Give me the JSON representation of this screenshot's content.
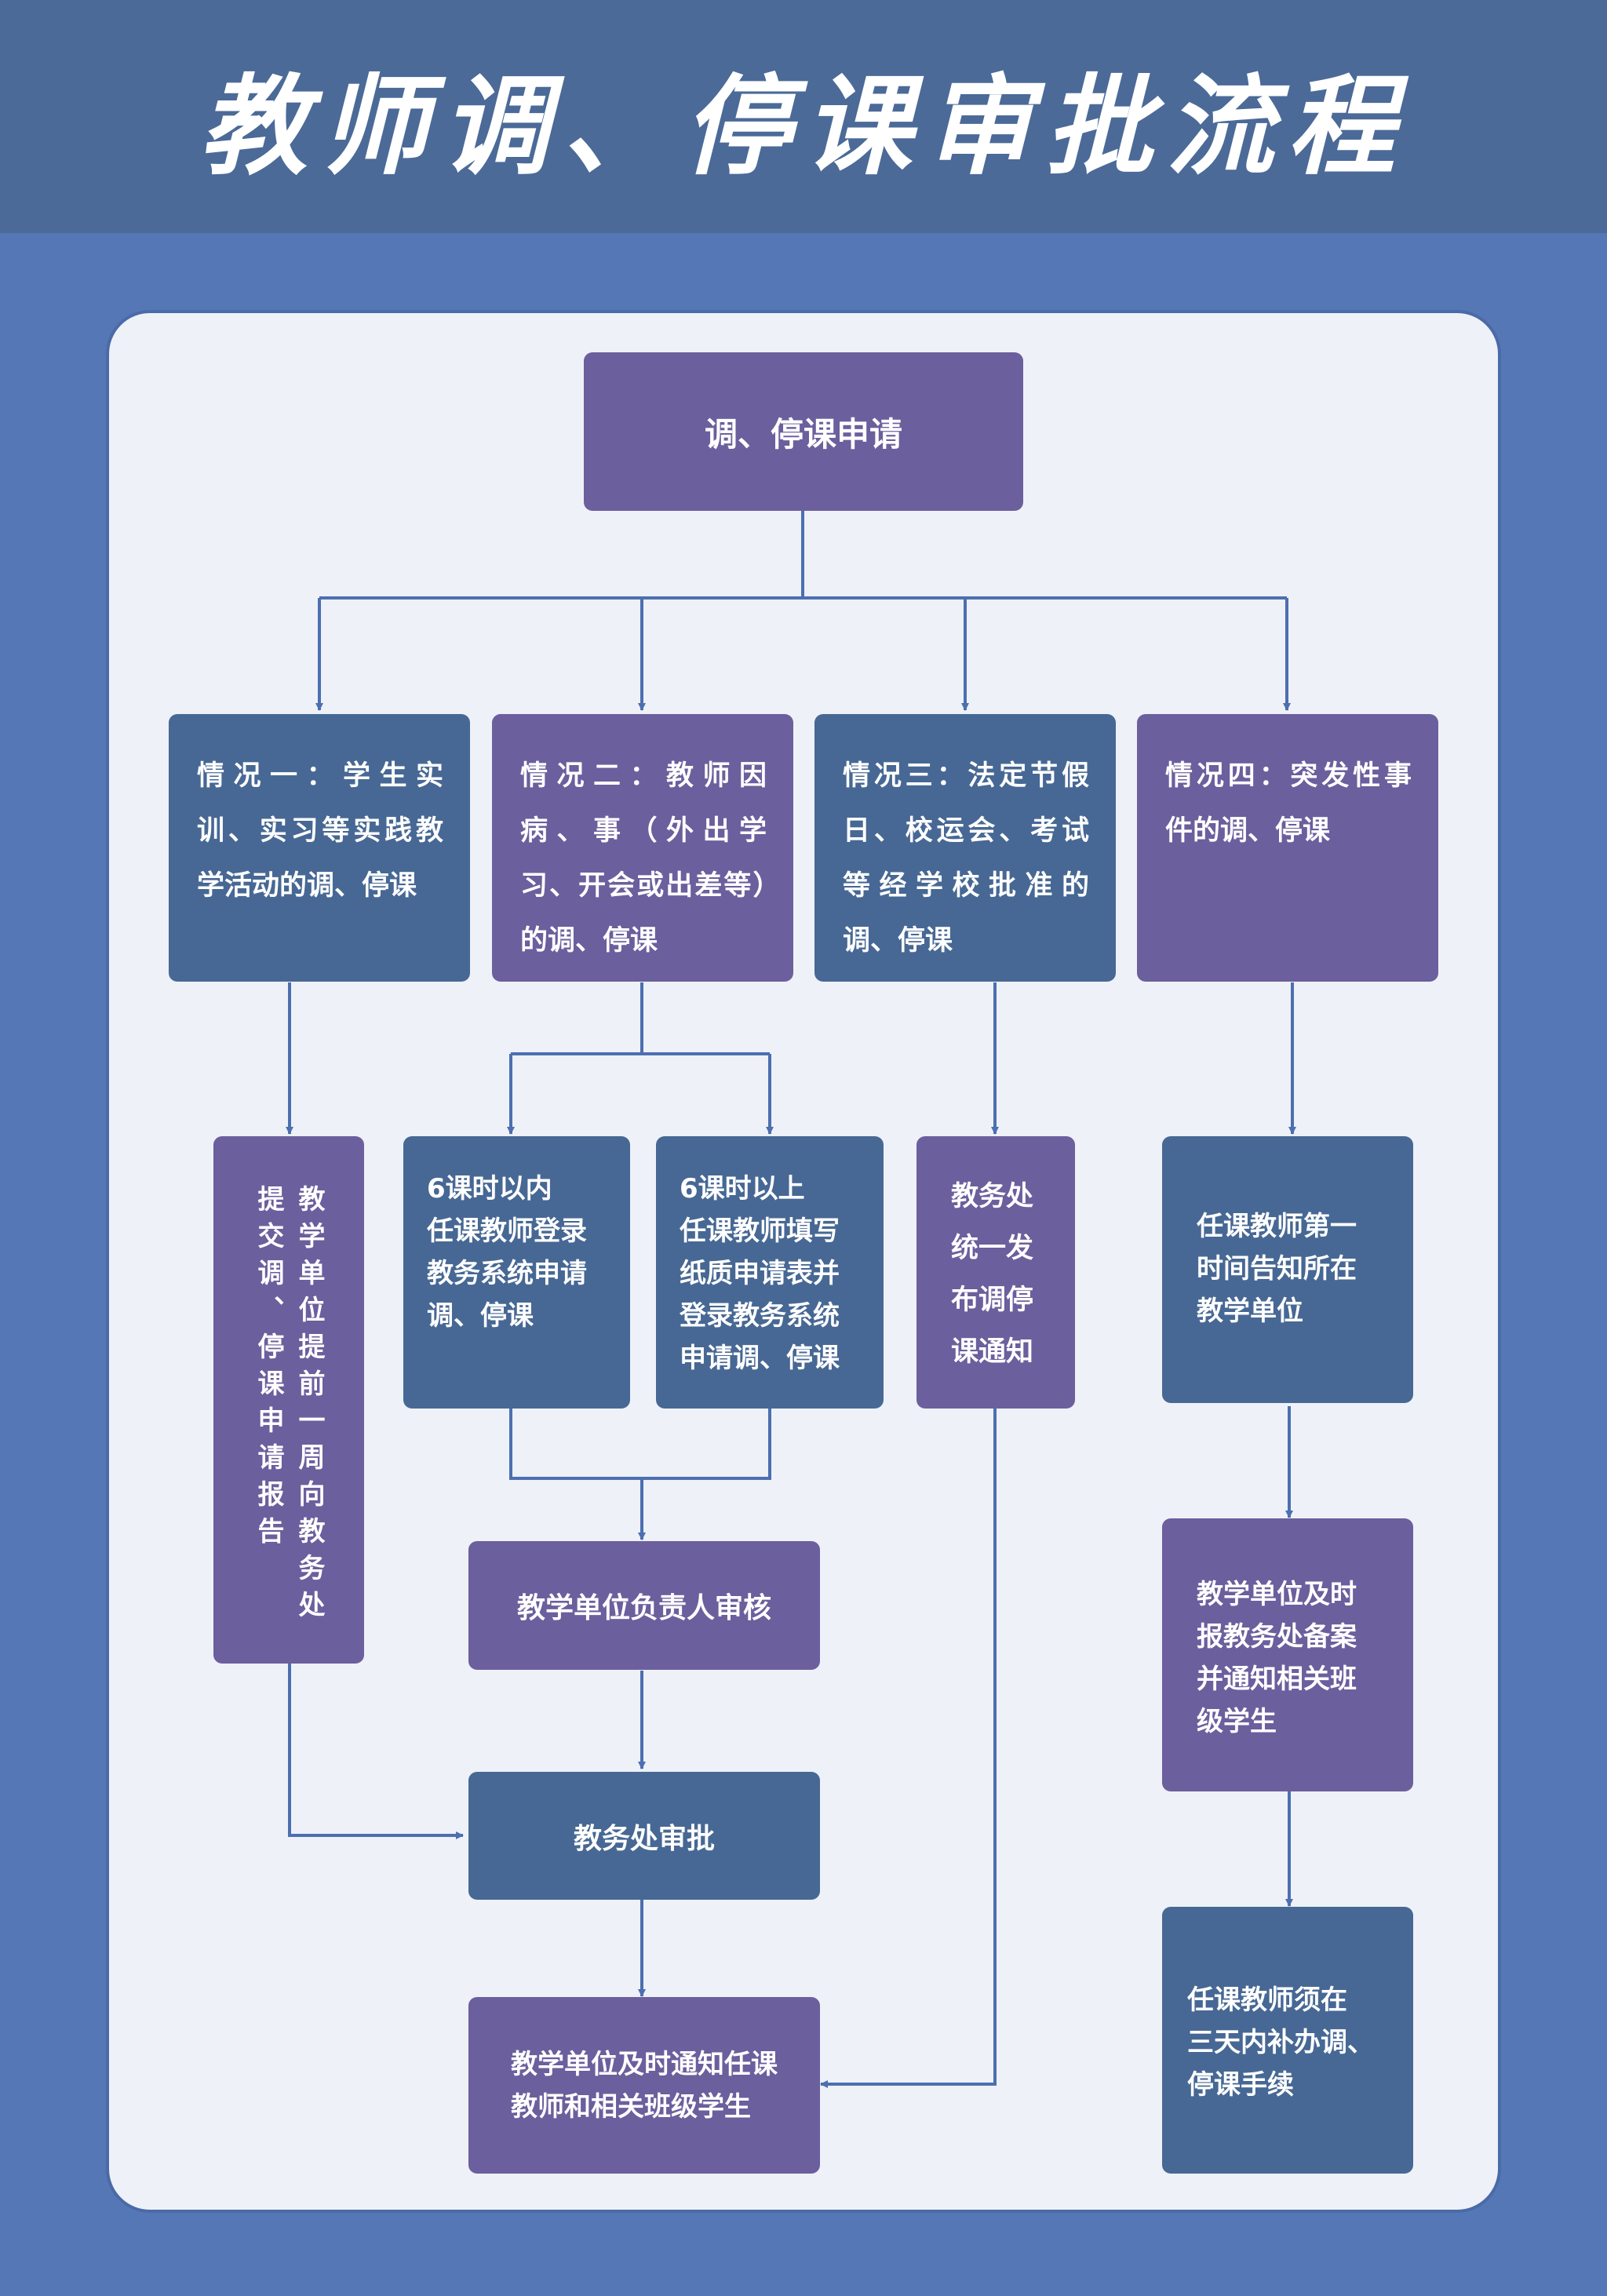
{
  "title": "教师调、停课审批流程",
  "colors": {
    "background": "#5677b5",
    "header": "#4b6a98",
    "panel": "#eef1f7",
    "box_blue": "#476894",
    "box_purple": "#6b5f9d",
    "connector": "#4c6fb0"
  },
  "flow": {
    "start": "调、停课申请",
    "cases": [
      "情况一：学生实训、实习等实践教学活动的调、停课",
      "情况二：教师因病、事（外出学习、开会或出差等）的调、停课",
      "情况三：法定节假日、校运会、考试等经学校批准的调、停课",
      "情况四：突发性事件的调、停课"
    ],
    "case1_step": "教学单位提前一周向教务处提交调、停课申请报告",
    "case2_within6": "6课时以内\n任课教师登录\n教务系统申请\n调、停课",
    "case2_over6": "6课时以上\n任课教师填写\n纸质申请表并\n登录教务系统\n申请调、停课",
    "case3_step": "教务处\n统一发\n布调停\n课通知",
    "case4_step1": "任课教师第一\n时间告知所在\n教学单位",
    "case4_step2": "教学单位及时\n报教务处备案\n并通知相关班\n级学生",
    "case4_step3": "任课教师须在\n三天内补办调、\n停课手续",
    "unit_review": "教学单位负责人审核",
    "office_approval": "教务处审批",
    "final_notify": "教学单位及时通知任课\n教师和相关班级学生"
  }
}
